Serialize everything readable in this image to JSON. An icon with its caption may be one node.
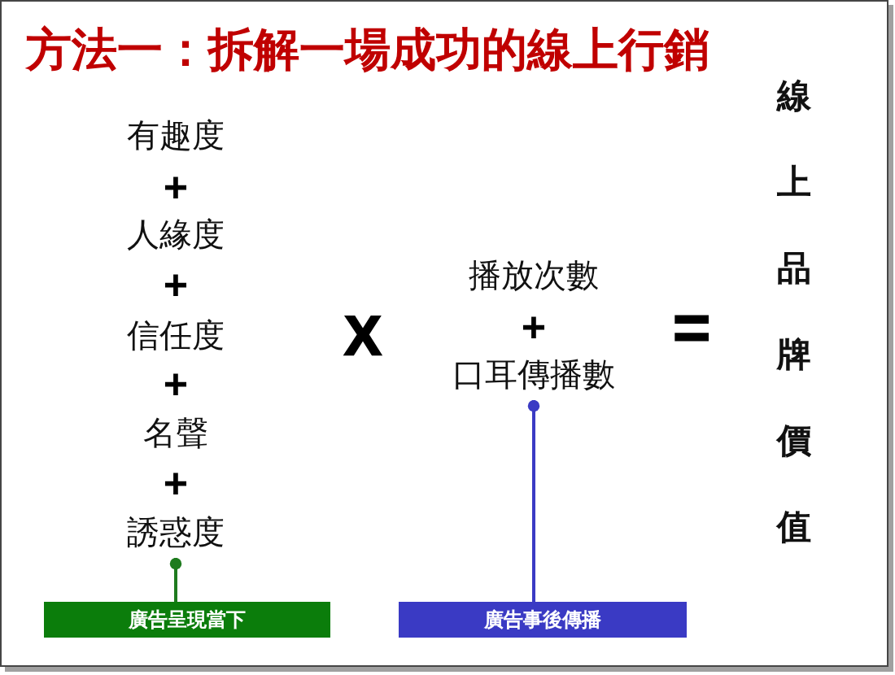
{
  "diagram": {
    "title": "方法一：拆解一場成功的線上行銷",
    "nodes": [
      {
        "text": [
          "誘惑度"
        ]
      },
      {
        "text": [
          "廣告呈現當下"
        ]
      },
      {
        "text": [
          "口耳傳播數"
        ]
      },
      {
        "text": [
          "廣告事後傳播"
        ]
      }
    ],
    "edges": [
      {
        "from": 1,
        "to": 0,
        "arrow": "other",
        "color": "#1e7b1e"
      },
      {
        "from": 3,
        "to": 2,
        "arrow": "other",
        "color": "#3b3bc4"
      }
    ],
    "labels": [
      "有趣度",
      "+",
      "人緣度",
      "+",
      "信任度",
      "+",
      "名聲",
      "+",
      "X",
      "播放次數",
      "+",
      "=",
      "線上品牌價值"
    ]
  }
}
